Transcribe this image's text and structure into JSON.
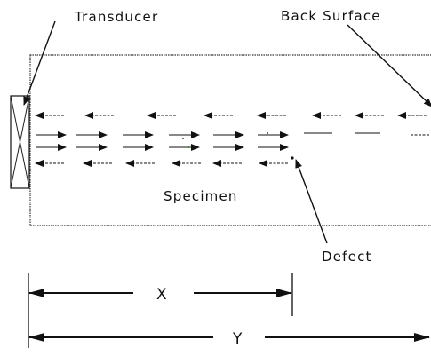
{
  "labels": {
    "transducer": "Transducer",
    "back_surface": "Back Surface",
    "specimen": "Specimen",
    "defect": "Defect",
    "x_dimension": "X",
    "y_dimension": "Y"
  },
  "colors": {
    "ink": "#111111",
    "specimen_border": "#333333",
    "green_speck": "#3a7a2a"
  }
}
